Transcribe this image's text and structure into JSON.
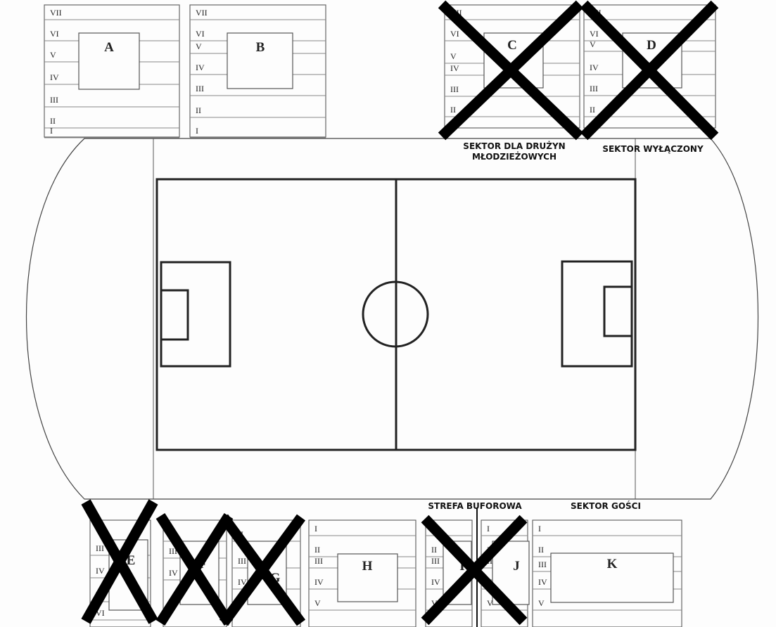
{
  "labels": {
    "youth_sector": [
      "SEKTOR DLA DRUŻYN",
      "MŁODZIEŻOWYCH"
    ],
    "excluded_sector": "SEKTOR WYŁĄCZONY",
    "buffer_zone": "STREFA BUFOROWA",
    "away_sector": "SEKTOR GOŚCI"
  },
  "sectors": [
    {
      "id": "A",
      "letter": "A",
      "rows": [
        "VII",
        "VI",
        "V",
        "IV",
        "III",
        "II",
        "I"
      ],
      "crossed": false
    },
    {
      "id": "B",
      "letter": "B",
      "rows": [
        "VII",
        "VI",
        "V",
        "IV",
        "III",
        "II",
        "I"
      ],
      "crossed": false
    },
    {
      "id": "C",
      "letter": "C",
      "rows": [
        "VII",
        "VI",
        "V",
        "IV",
        "III",
        "II"
      ],
      "crossed": true
    },
    {
      "id": "D",
      "letter": "D",
      "rows": [
        "VII",
        "VI",
        "V",
        "IV",
        "III",
        "II"
      ],
      "crossed": true
    },
    {
      "id": "E",
      "letter": "E",
      "rows": [
        "III",
        "IV",
        "V",
        "VI"
      ],
      "crossed": true
    },
    {
      "id": "F",
      "letter": "F",
      "rows": [
        "II",
        "III",
        "IV"
      ],
      "crossed": true
    },
    {
      "id": "G",
      "letter": "G",
      "rows": [
        "II",
        "III",
        "IV"
      ],
      "crossed": true
    },
    {
      "id": "H",
      "letter": "H",
      "rows": [
        "I",
        "II",
        "III",
        "IV",
        "V"
      ],
      "crossed": false
    },
    {
      "id": "I",
      "letter": "I",
      "rows": [
        "I",
        "II",
        "III",
        "IV",
        "V"
      ],
      "crossed": true
    },
    {
      "id": "J",
      "letter": "J",
      "rows": [
        "I",
        "II",
        "III",
        "IV",
        "V"
      ],
      "crossed": false
    },
    {
      "id": "K",
      "letter": "K",
      "rows": [
        "I",
        "II",
        "III",
        "IV",
        "V"
      ],
      "crossed": false
    }
  ]
}
